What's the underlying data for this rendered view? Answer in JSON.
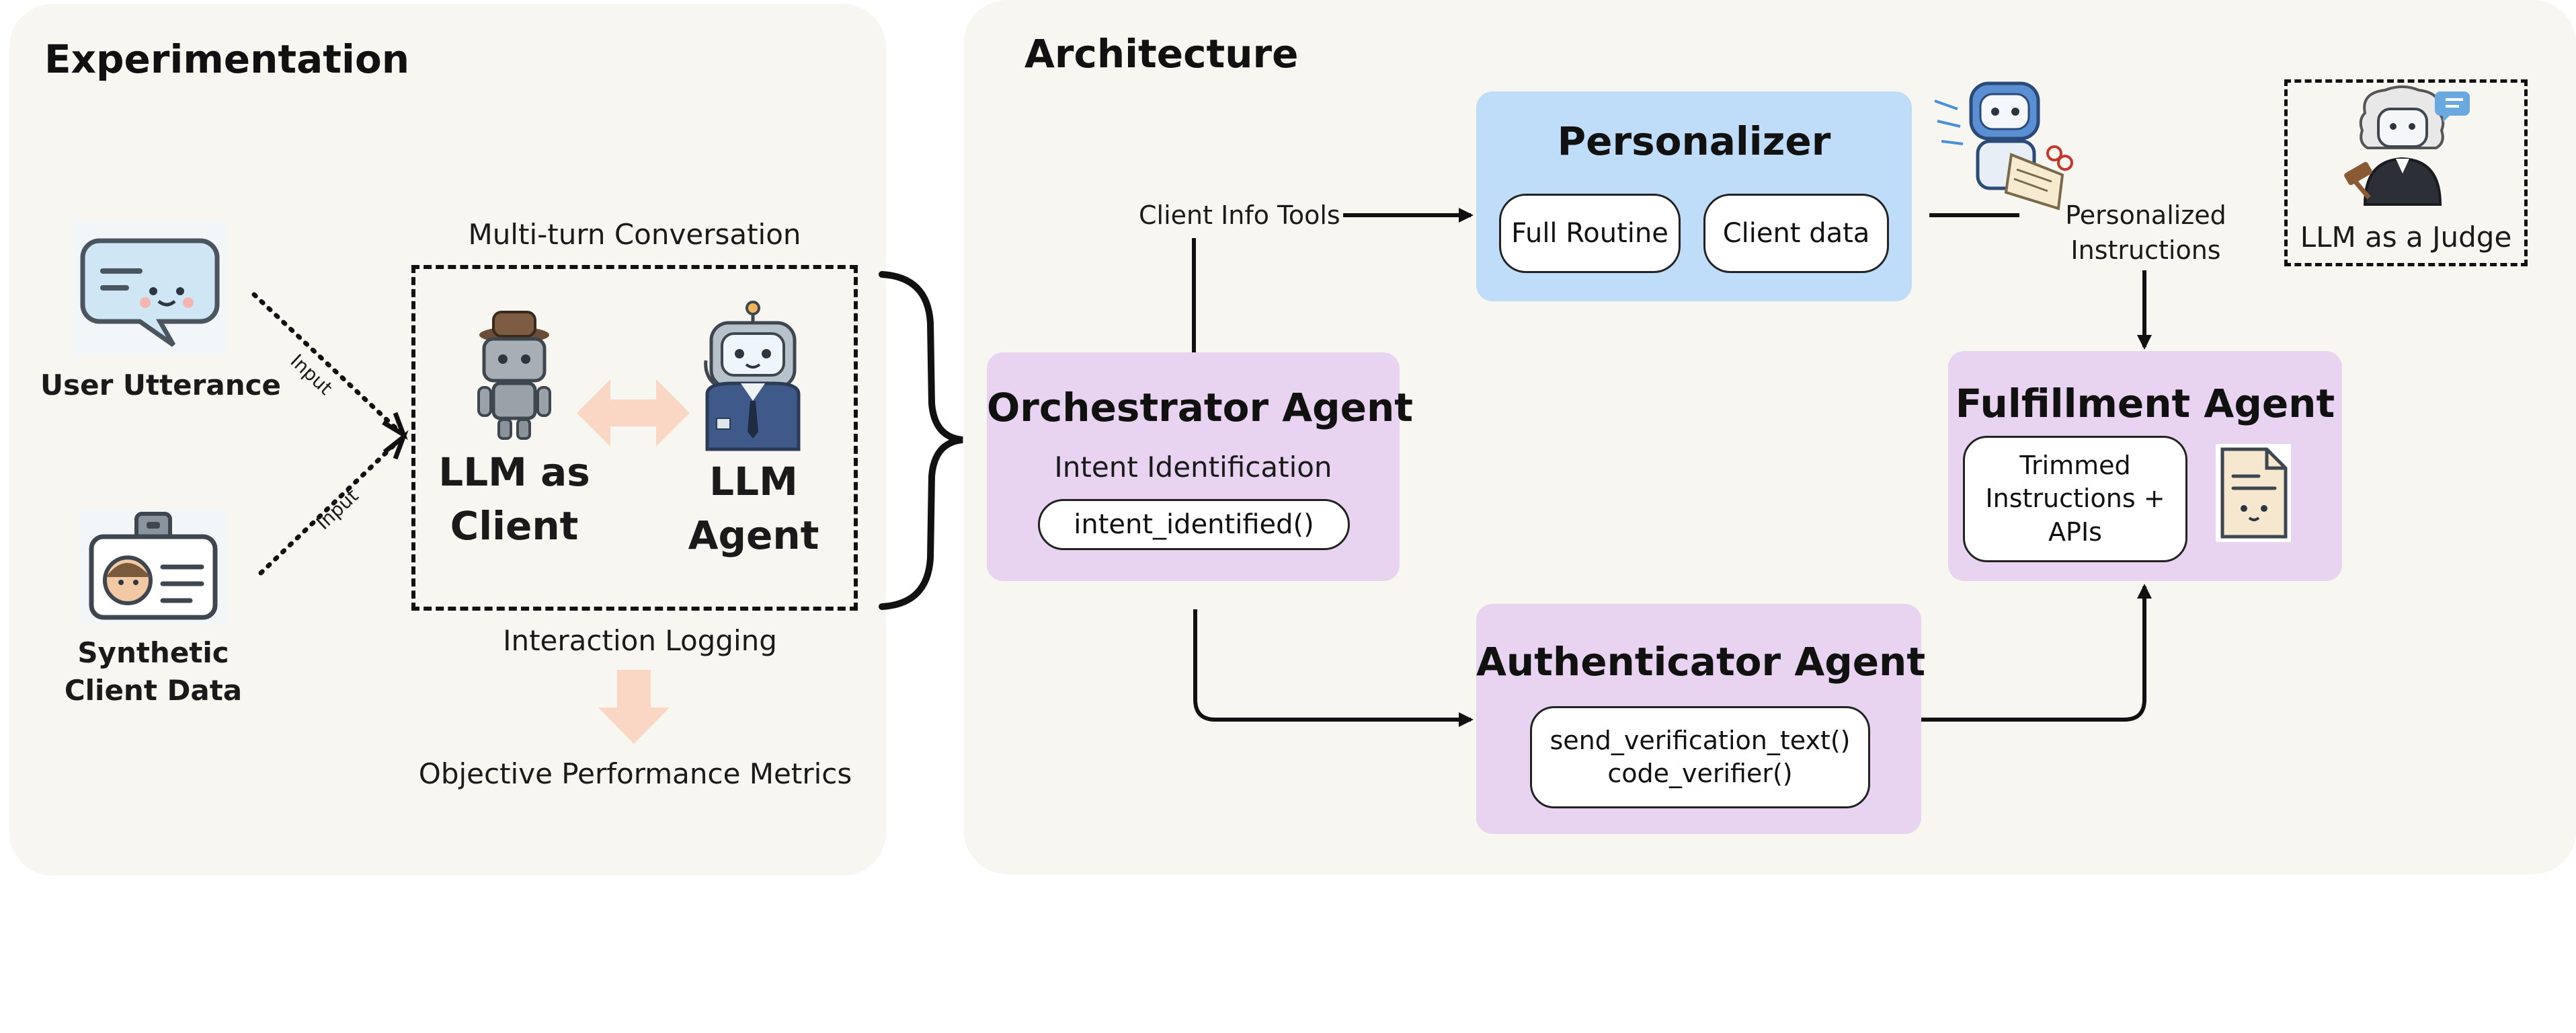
{
  "experimentation": {
    "title": "Experimentation",
    "user_utterance": "User Utterance",
    "synthetic_line1": "Synthetic",
    "synthetic_line2": "Client Data",
    "input_label_1": "Input",
    "input_label_2": "Input",
    "multi_turn": "Multi-turn Conversation",
    "llm_client_line1": "LLM as",
    "llm_client_line2": "Client",
    "llm_agent_line1": "LLM",
    "llm_agent_line2": "Agent",
    "interaction_logging": "Interaction Logging",
    "objective_metrics": "Objective Performance Metrics"
  },
  "architecture": {
    "title": "Architecture",
    "personalizer": {
      "title": "Personalizer",
      "item1": "Full Routine",
      "item2": "Client data"
    },
    "client_info_tools": "Client Info Tools",
    "personalized_line1": "Personalized",
    "personalized_line2": "Instructions",
    "judge": "LLM as a Judge",
    "orchestrator": {
      "title": "Orchestrator Agent",
      "subtitle": "Intent Identification",
      "function": "intent_identified()"
    },
    "fulfillment": {
      "title": "Fulfillment Agent",
      "line1": "Trimmed",
      "line2": "Instructions +",
      "line3": "APIs"
    },
    "authenticator": {
      "title": "Authenticator Agent",
      "function1": "send_verification_text()",
      "function2": "code_verifier()"
    }
  },
  "colors": {
    "panel_bg": "#f8f6f1",
    "personalizer_bg": "#bfdcf8",
    "agent_bg": "#e8d4f0",
    "peach_arrow": "#f9d7c4"
  },
  "icons": [
    "chat-bubble-icon",
    "id-badge-icon",
    "robot-client-icon",
    "robot-agent-icon",
    "robot-personalizer-icon",
    "robot-judge-icon",
    "document-icon"
  ]
}
